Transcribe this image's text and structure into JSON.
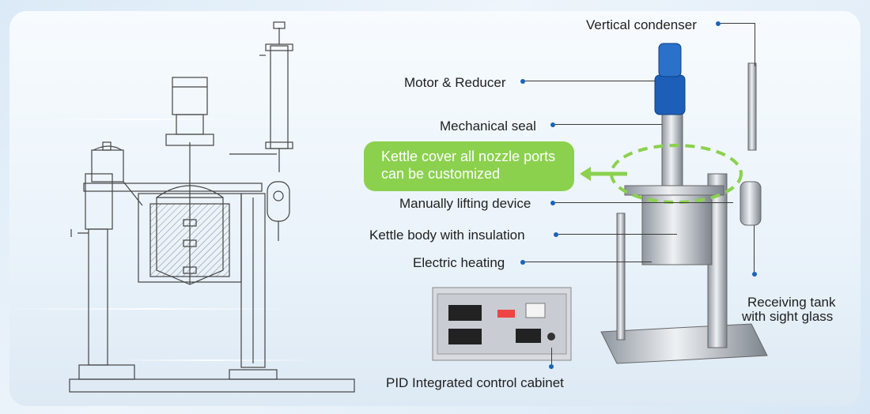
{
  "colors": {
    "accent_dot": "#1a63b7",
    "callout_green": "#8bd14e",
    "metal": "#c9ced6",
    "motor_blue": "#1d5fb8"
  },
  "labels": {
    "vertical_condenser": "Vertical condenser",
    "motor_reducer": "Motor & Reducer",
    "mechanical_seal": "Mechanical seal",
    "callout_line1": "Kettle cover all nozzle ports",
    "callout_line2": "can be customized",
    "manually_lifting": "Manually lifting device",
    "kettle_body": "Kettle body with insulation",
    "electric_heating": "Electric heating",
    "receiving_tank_line1": "Receiving tank",
    "receiving_tank_line2": "with sight glass",
    "pid_cabinet": "PID Integrated control cabinet"
  },
  "icons": [
    "arrow-left-icon"
  ]
}
